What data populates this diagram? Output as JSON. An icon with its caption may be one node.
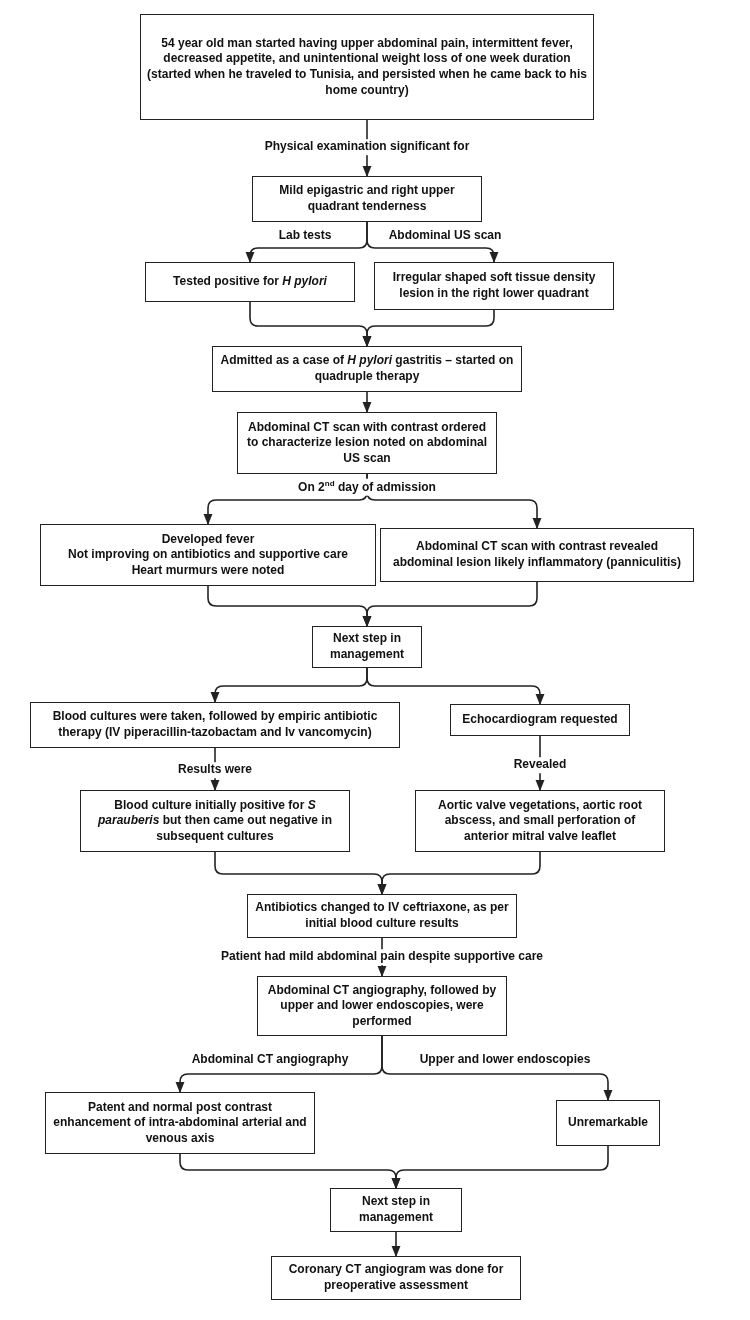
{
  "diagram": {
    "nodes": [
      {
        "text": [
          "54 year old man started having upper abdominal pain, intermittent fever, decreased appetite, and unintentional weight loss of one week duration (started when he traveled to Tunisia, and persisted when he came back to his home country)"
        ]
      },
      {
        "text": [
          "Mild epigastric and right upper quadrant tenderness"
        ]
      },
      {
        "text": [
          "Tested positive for *H pylori*"
        ]
      },
      {
        "text": [
          "Irregular shaped soft tissue density lesion in the right lower quadrant"
        ]
      },
      {
        "text": [
          "Admitted as a case of *H pylori* gastritis – started on quadruple therapy"
        ]
      },
      {
        "text": [
          "Abdominal CT scan with contrast ordered to characterize lesion noted on abdominal US scan"
        ]
      },
      {
        "text": [
          "Developed fever",
          "Not improving on antibiotics and supportive care",
          "Heart murmurs were noted"
        ]
      },
      {
        "text": [
          "Abdominal CT scan with contrast revealed abdominal lesion likely inflammatory (panniculitis)"
        ]
      },
      {
        "text": [
          "Next step in management"
        ]
      },
      {
        "text": [
          "Blood cultures were taken, followed by empiric antibiotic therapy (IV piperacillin-tazobactam and Iv vancomycin)"
        ]
      },
      {
        "text": [
          "Echocardiogram requested"
        ]
      },
      {
        "text": [
          "Blood culture initially positive for *S parauberis* but then came out negative in subsequent cultures"
        ]
      },
      {
        "text": [
          "Aortic valve vegetations, aortic root abscess, and small perforation of anterior mitral valve leaflet"
        ]
      },
      {
        "text": [
          "Antibiotics changed to IV ceftriaxone, as per initial blood culture results"
        ]
      },
      {
        "text": [
          "Abdominal CT angiography, followed by upper and lower endoscopies, were performed"
        ]
      },
      {
        "text": [
          "Patent and normal post contrast enhancement of intra-abdominal arterial and venous axis"
        ]
      },
      {
        "text": [
          "Unremarkable"
        ]
      },
      {
        "text": [
          "Next step in management"
        ]
      },
      {
        "text": [
          "Coronary CT angiogram was done for preoperative assessment"
        ]
      }
    ],
    "edges": [
      {
        "from": 0,
        "to": 1,
        "arrow": "to",
        "label": "Physical examination significant for"
      },
      {
        "from": 1,
        "to": 2,
        "arrow": "to",
        "label": "Lab tests"
      },
      {
        "from": 1,
        "to": 3,
        "arrow": "to",
        "label": "Abdominal US scan"
      },
      {
        "from": 2,
        "to": 4,
        "arrow": "to"
      },
      {
        "from": 3,
        "to": 4,
        "arrow": "to"
      },
      {
        "from": 4,
        "to": 5,
        "arrow": "to"
      },
      {
        "from": 5,
        "to": 6,
        "arrow": "to",
        "label": "On 2$^{nd}$ day of admission"
      },
      {
        "from": 5,
        "to": 7,
        "arrow": "to"
      },
      {
        "from": 6,
        "to": 8,
        "arrow": "to"
      },
      {
        "from": 7,
        "to": 8,
        "arrow": "to"
      },
      {
        "from": 8,
        "to": 9,
        "arrow": "to"
      },
      {
        "from": 8,
        "to": 10,
        "arrow": "to"
      },
      {
        "from": 9,
        "to": 11,
        "arrow": "to",
        "label": "Results were"
      },
      {
        "from": 10,
        "to": 12,
        "arrow": "to",
        "label": "Revealed"
      },
      {
        "from": 11,
        "to": 13,
        "arrow": "to"
      },
      {
        "from": 12,
        "to": 13,
        "arrow": "to"
      },
      {
        "from": 13,
        "to": 14,
        "arrow": "to",
        "label": "Patient had mild abdominal pain despite supportive care"
      },
      {
        "from": 14,
        "to": 15,
        "arrow": "to",
        "label": "Abdominal CT angiography"
      },
      {
        "from": 14,
        "to": 16,
        "arrow": "to",
        "label": "Upper and lower endoscopies"
      },
      {
        "from": 15,
        "to": 17,
        "arrow": "to"
      },
      {
        "from": 16,
        "to": 17,
        "arrow": "to"
      },
      {
        "from": 17,
        "to": 18,
        "arrow": "to"
      }
    ]
  }
}
